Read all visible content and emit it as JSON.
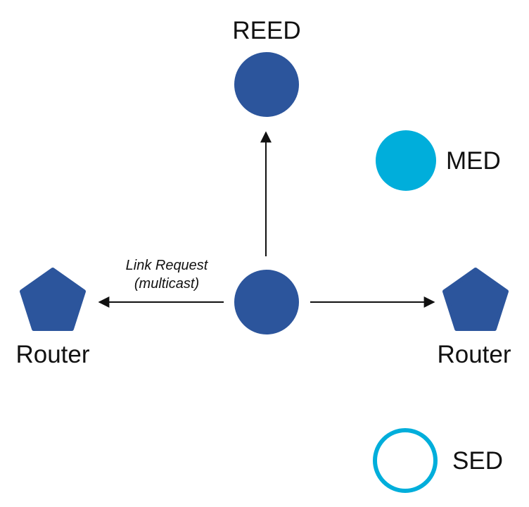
{
  "nodes": {
    "reed": {
      "label": "REED",
      "role": "reed",
      "color": "#2C559C"
    },
    "med": {
      "label": "MED",
      "role": "med",
      "color": "#00AEDB"
    },
    "center": {
      "label": "",
      "role": "joining-device",
      "color": "#2C559C"
    },
    "router_left": {
      "label": "Router",
      "role": "router",
      "color": "#2C559C"
    },
    "router_right": {
      "label": "Router",
      "role": "router",
      "color": "#2C559C"
    },
    "sed": {
      "label": "SED",
      "role": "sed",
      "color": "#00AEDB"
    }
  },
  "edges": {
    "link_request": {
      "line1": "Link Request",
      "line2": "(multicast)"
    }
  },
  "colors": {
    "arrow": "#111111",
    "text": "#111111"
  }
}
